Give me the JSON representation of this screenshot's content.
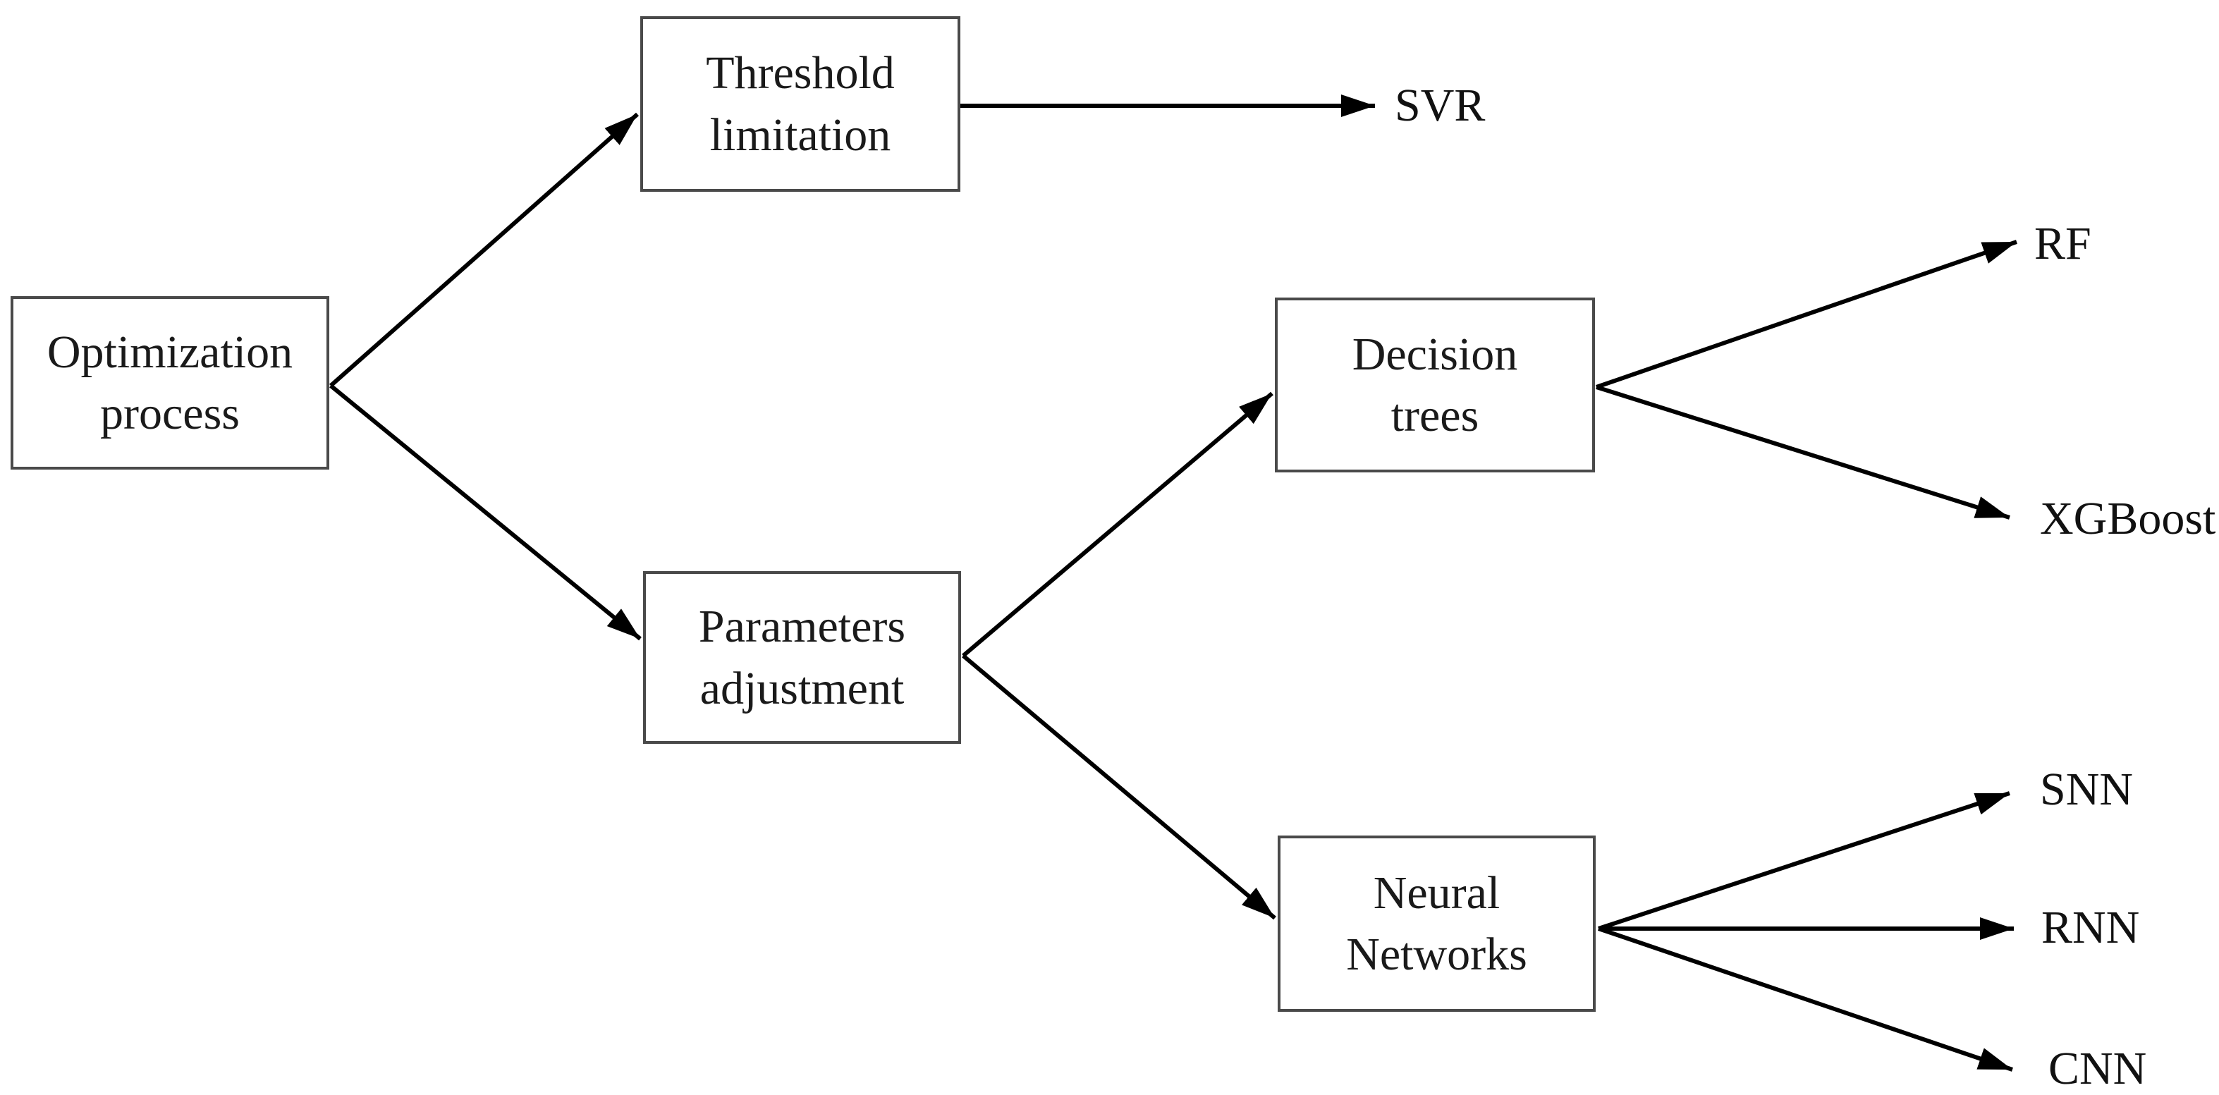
{
  "figure": {
    "type": "flow-diagram",
    "background_color": "#ffffff",
    "arrow_color": "#000000",
    "box_border_color": "#4a4a4a",
    "text_color": "#1a1a1a"
  },
  "nodes": {
    "optimization": {
      "label": "Optimization\nprocess"
    },
    "threshold": {
      "label": "Threshold\nlimitation"
    },
    "parameters": {
      "label": "Parameters\nadjustment"
    },
    "decision": {
      "label": "Decision\ntrees"
    },
    "neural": {
      "label": "Neural\nNetworks"
    }
  },
  "leaves": {
    "svr": "SVR",
    "rf": "RF",
    "xgboost": "XGBoost",
    "snn": "SNN",
    "rnn": "RNN",
    "cnn": "CNN"
  },
  "edges": [
    {
      "from": "Optimization process",
      "to": "Threshold limitation"
    },
    {
      "from": "Optimization process",
      "to": "Parameters adjustment"
    },
    {
      "from": "Threshold limitation",
      "to": "SVR"
    },
    {
      "from": "Parameters adjustment",
      "to": "Decision trees"
    },
    {
      "from": "Parameters adjustment",
      "to": "Neural Networks"
    },
    {
      "from": "Decision trees",
      "to": "RF"
    },
    {
      "from": "Decision trees",
      "to": "XGBoost"
    },
    {
      "from": "Neural Networks",
      "to": "SNN"
    },
    {
      "from": "Neural Networks",
      "to": "RNN"
    },
    {
      "from": "Neural Networks",
      "to": "CNN"
    }
  ]
}
